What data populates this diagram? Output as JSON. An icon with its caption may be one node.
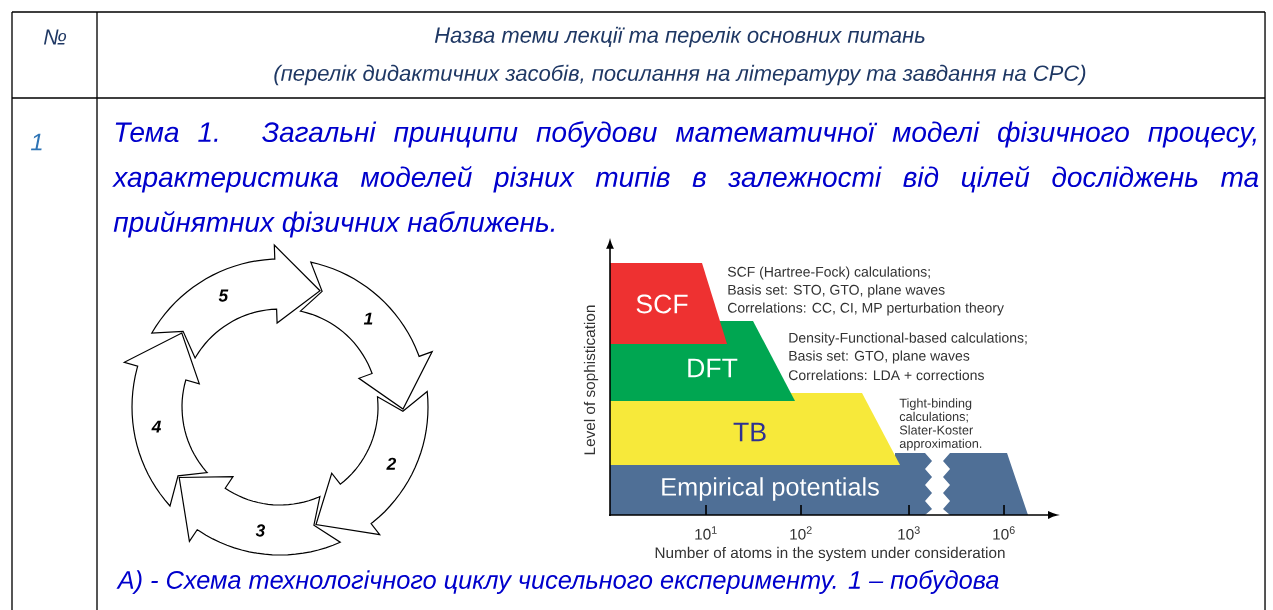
{
  "diagram": {
    "nodes": [
      {
        "text": [
          "1"
        ]
      },
      {
        "text": [
          "2"
        ]
      },
      {
        "text": [
          "3"
        ]
      },
      {
        "text": [
          "4"
        ]
      },
      {
        "text": [
          "5"
        ]
      },
      {
        "text": [
          "SCF"
        ],
        "beside": [
          "SCF (Hartree-Fock) calculations;",
          "Basis set: STO, GTO, plane waves",
          "Correlations: CC, CI, MP perturbation theory"
        ]
      },
      {
        "text": [
          "DFT"
        ],
        "beside": [
          "Density-Functional-based calculations;",
          "Basis set: GTO, plane waves",
          "Correlations: LDA + corrections"
        ]
      },
      {
        "text": [
          "TB"
        ],
        "beside": [
          "Tight-binding calculations; Slater-Koster approximation."
        ]
      },
      {
        "text": [
          "Empirical potentials"
        ]
      }
    ],
    "labels": [
      "№",
      "Назва теми лекції та перелік основних питань",
      "(перелік дидактичних засобів, посилання на літературу та завдання на СРС)",
      "1",
      "Тема 1. Загальні принципи побудови математичної моделі фізичного процесу, характеристика моделей різних типів в залежності від цілей досліджень та прийнятних фізичних наближень.",
      "Level of sophistication",
      "10$^{1}$",
      "10$^{2}$",
      "10$^{3}$",
      "10$^{6}$",
      "Number of atoms in the system under consideration",
      "А) - Схема технологічного циклу чисельного експерименту. 1 – побудова"
    ]
  }
}
